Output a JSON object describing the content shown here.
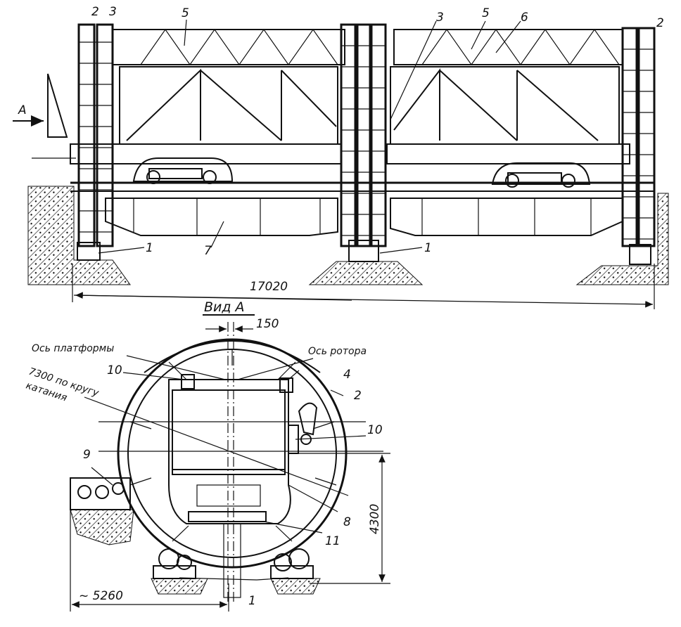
{
  "top_view": {
    "view_arrow_label": "А",
    "callouts": {
      "support_left": "1",
      "support_mid": "1",
      "ring_left": "2",
      "ring_right": "2",
      "drive_left": "3",
      "drive_mid": "3",
      "truss_left": "5",
      "truss_right": "5",
      "brace": "6",
      "platform": "7"
    },
    "overall_length": "17020"
  },
  "section_view": {
    "title": "Вид А",
    "offset_dim": "150",
    "platform_axis_label": "Ось платформы",
    "rotor_axis_label": "Ось ротора",
    "rolling_circle_line1": "7300 по кругу",
    "rolling_circle_line2": "катания",
    "callouts": {
      "stop_left": "10",
      "stop_right": "10",
      "clamp": "4",
      "ring": "2",
      "drive_unit": "9",
      "stop_beam": "8",
      "lower_clamp": "11",
      "rollers": "1"
    },
    "height_dim": "4300",
    "width_dim": "~ 5260"
  },
  "colors": {
    "ink": "#111111",
    "paper": "#ffffff"
  }
}
